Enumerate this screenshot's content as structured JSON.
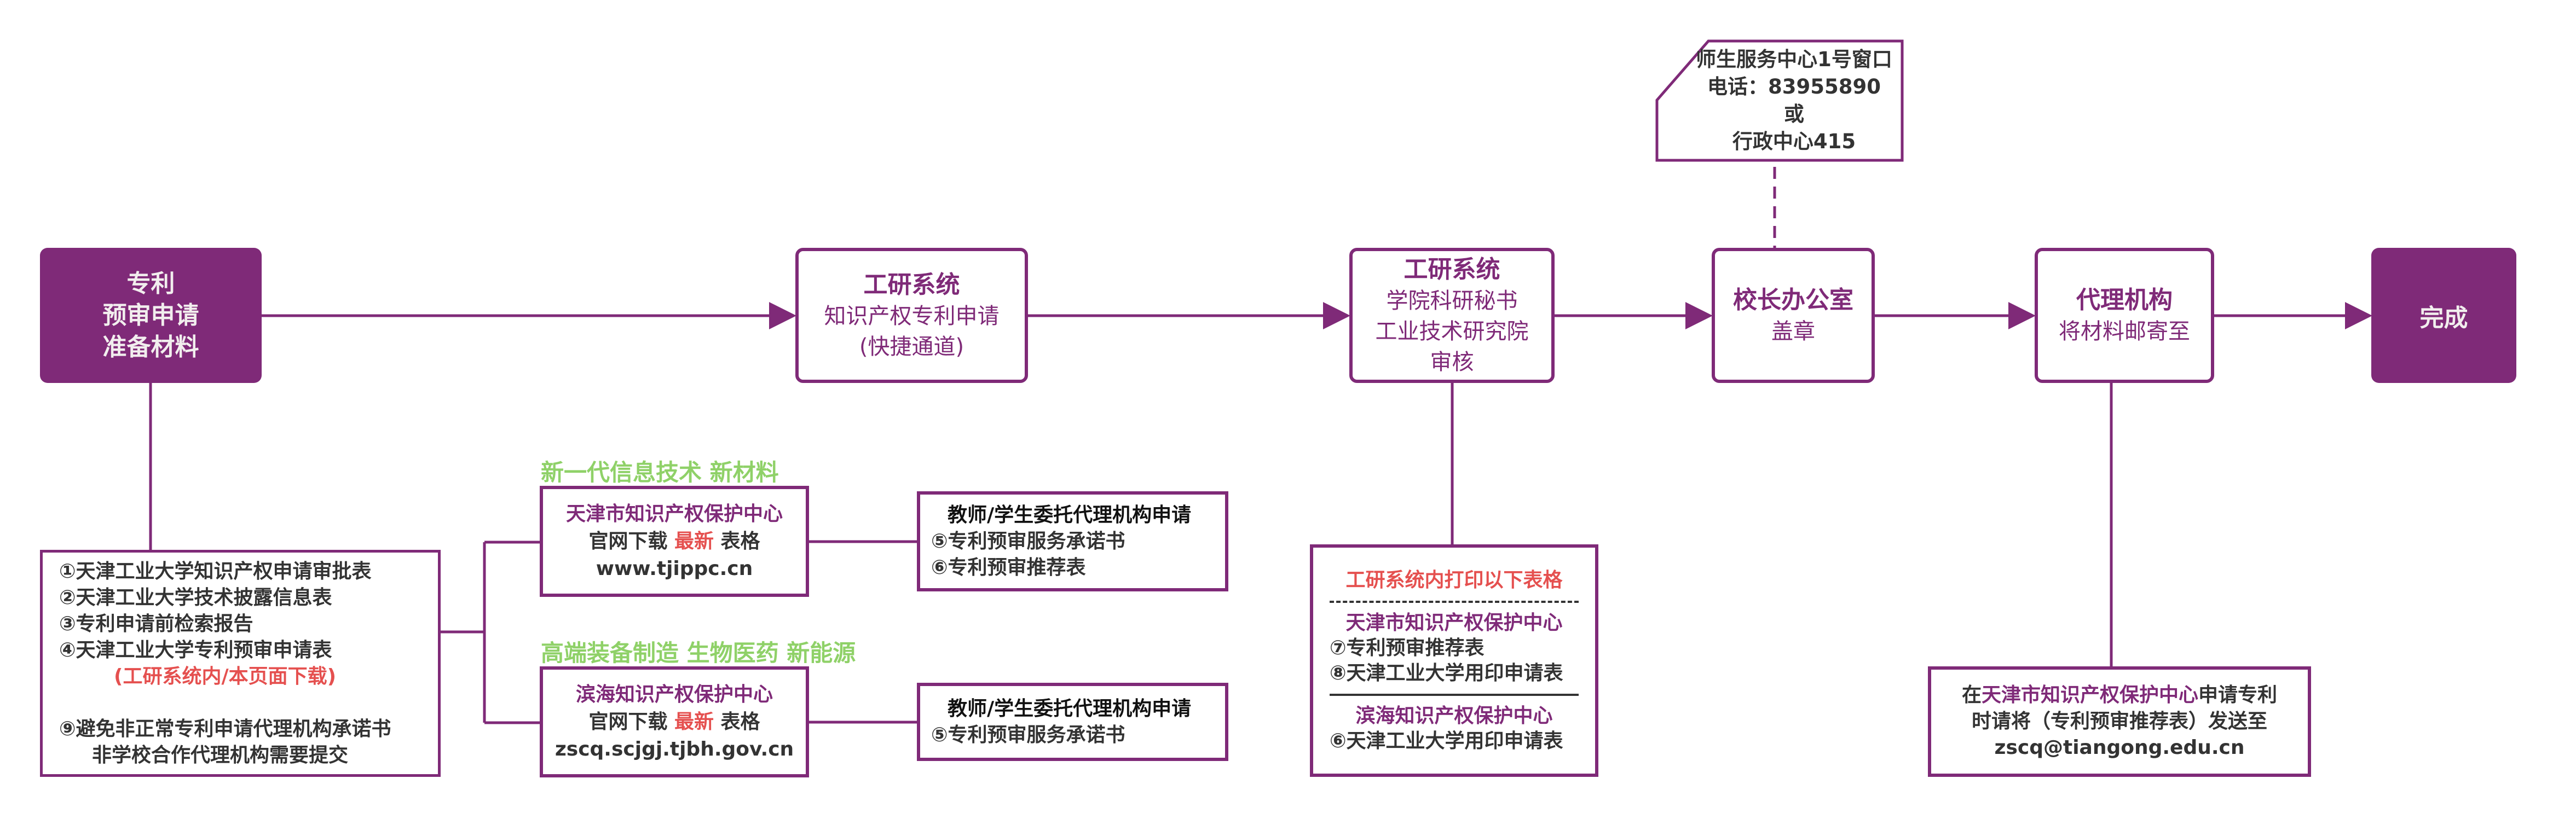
{
  "colors": {
    "primary": "#7f2a78",
    "text_dark": "#333333",
    "highlight_red": "#e5504f",
    "category_green": "#8fd168",
    "filled_text": "#f2eeee"
  },
  "flow": {
    "start": {
      "lines": [
        "专利",
        "预审申请",
        "准备材料"
      ]
    },
    "step1": {
      "title": "工研系统",
      "lines": [
        "知识产权专利申请",
        "(快捷通道)"
      ]
    },
    "step2": {
      "title": "工研系统",
      "lines": [
        "学院科研秘书",
        "工业技术研究院",
        "审核"
      ]
    },
    "step3": {
      "title": "校长办公室",
      "lines": [
        "盖章"
      ]
    },
    "step4": {
      "title": "代理机构",
      "lines": [
        "将材料邮寄至"
      ]
    },
    "end": {
      "label": "完成"
    }
  },
  "office_note": {
    "lines": [
      "师生服务中心1号窗口",
      "电话：83955890",
      "或",
      "行政中心415"
    ]
  },
  "materials": {
    "items": [
      "①天津工业大学知识产权申请审批表",
      "②天津工业大学技术披露信息表",
      "③专利申请前检索报告",
      "④天津工业大学专利预审申请表"
    ],
    "download_note": "(工研系统内/本页面下载)",
    "extra_line1": "⑨避免非正常专利申请代理机构承诺书",
    "extra_line2": "非学校合作代理机构需要提交"
  },
  "centers": [
    {
      "category": "新一代信息技术 新材料",
      "name": "天津市知识产权保护中心",
      "download_prefix": "官网下载 ",
      "download_highlight": "最新",
      "download_suffix": " 表格",
      "url": "www.tjippc.cn",
      "entrust": {
        "title": "教师/学生委托代理机构申请",
        "items": [
          "⑤专利预审服务承诺书",
          "⑥专利预审推荐表"
        ]
      }
    },
    {
      "category": "高端装备制造 生物医药 新能源",
      "name": "滨海知识产权保护中心",
      "download_prefix": "官网下载 ",
      "download_highlight": "最新",
      "download_suffix": " 表格",
      "url": "zscq.scjgj.tjbh.gov.cn",
      "entrust": {
        "title": "教师/学生委托代理机构申请",
        "items": [
          "⑤专利预审服务承诺书"
        ]
      }
    }
  ],
  "print_forms": {
    "heading": "工研系统内打印以下表格",
    "groups": [
      {
        "center": "天津市知识产权保护中心",
        "items": [
          "⑦专利预审推荐表",
          "⑧天津工业大学用印申请表"
        ]
      },
      {
        "center": "滨海知识产权保护中心",
        "items": [
          "⑥天津工业大学用印申请表"
        ]
      }
    ]
  },
  "email_note": {
    "prefix": "在",
    "highlight": "天津市知识产权保护中心",
    "suffix": "申请专利",
    "line2": "时请将（专利预审推荐表）发送至",
    "email": "zscq@tiangong.edu.cn"
  }
}
